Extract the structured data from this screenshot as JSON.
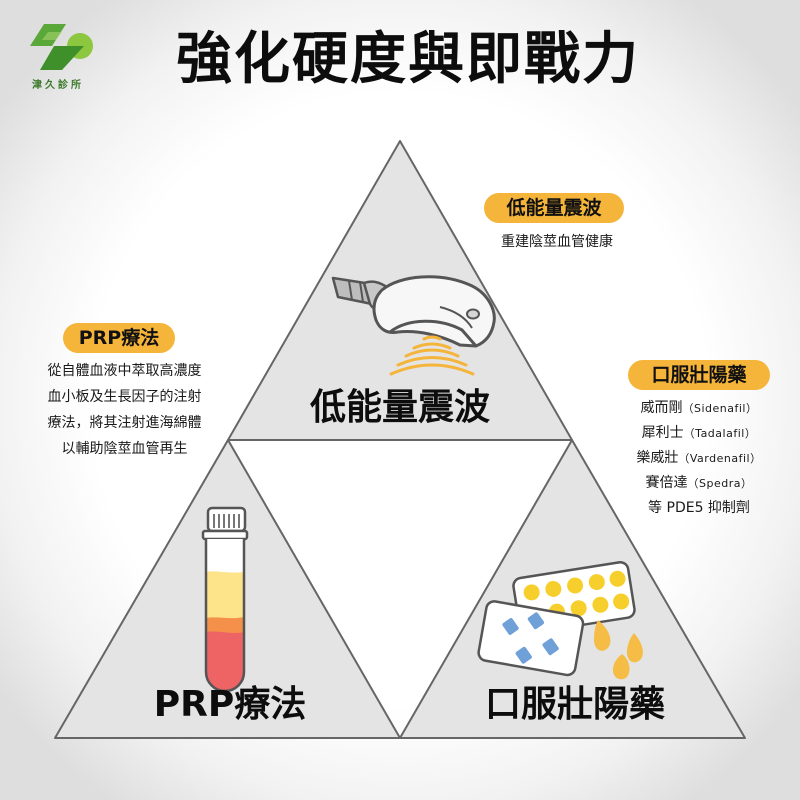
{
  "logo": {
    "name": "津久診所",
    "colors": {
      "dark_green": "#3f8f2a",
      "light_green": "#8dc63f"
    }
  },
  "title": "強化硬度與即戰力",
  "colors": {
    "pill": "#f5b43a",
    "triangle_fill": "#e4e4e4",
    "triangle_stroke": "#666666",
    "waves": "#f5b43a",
    "pill_yellow": "#f7cf2c",
    "pill_blue": "#6fa0d8",
    "drops": "#f5bd45",
    "tube_plasma": "#fde38a",
    "tube_buffy": "#f4904a",
    "tube_red": "#ee6364"
  },
  "sections": {
    "shockwave": {
      "pill": "低能量震波",
      "description": [
        "重建陰莖血管健康"
      ],
      "triangle_label": "低能量震波",
      "icon": "shockwave-device-icon"
    },
    "prp": {
      "pill": "PRP療法",
      "description": [
        "從自體血液中萃取高濃度",
        "血小板及生長因子的注射",
        "療法，將其注射進海綿體",
        "以輔助陰莖血管再生"
      ],
      "triangle_label": "PRP療法",
      "icon": "test-tube-icon"
    },
    "oral": {
      "pill": "口服壯陽藥",
      "drugs": [
        {
          "zh": "威而剛",
          "en": "（Sidenafil）"
        },
        {
          "zh": "犀利士",
          "en": "（Tadalafil）"
        },
        {
          "zh": "樂威壯",
          "en": "（Vardenafil）"
        },
        {
          "zh": "賽倍達",
          "en": "（Spedra）"
        }
      ],
      "footer": "等 PDE5 抑制劑",
      "triangle_label": "口服壯陽藥",
      "icon": "pill-blister-icon"
    }
  }
}
